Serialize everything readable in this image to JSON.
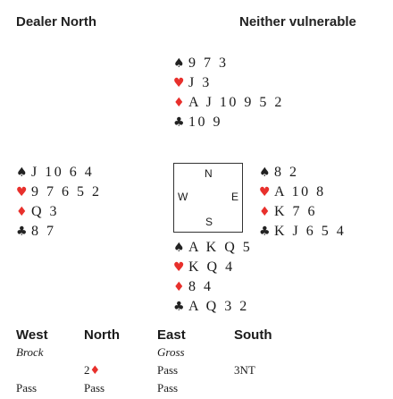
{
  "header": {
    "dealer": "Dealer North",
    "vulnerability": "Neither vulnerable"
  },
  "suit_symbols": {
    "spades": "♠",
    "hearts": "♥",
    "diamonds": "♦",
    "clubs": "♣"
  },
  "colors": {
    "red_suit": "#e8302c",
    "black_suit": "#222222"
  },
  "hands": {
    "north": {
      "spades": "9 7 3",
      "hearts": "J 3",
      "diamonds": "A J 10 9 5 2",
      "clubs": "10 9"
    },
    "west": {
      "spades": "J 10 6 4",
      "hearts": "9 7 6 5 2",
      "diamonds": "Q 3",
      "clubs": "8 7"
    },
    "east": {
      "spades": "8 2",
      "hearts": "A 10 8",
      "diamonds": "K 7 6",
      "clubs": "K J 6 5 4"
    },
    "south": {
      "spades": "A K Q 5",
      "hearts": "K Q 4",
      "diamonds": "8 4",
      "clubs": "A Q 3 2"
    }
  },
  "compass": {
    "n": "N",
    "w": "W",
    "e": "E",
    "s": "S"
  },
  "auction": {
    "columns": [
      {
        "seat": "West",
        "player": "Brock",
        "bids": [
          "",
          "Pass"
        ]
      },
      {
        "seat": "North",
        "player": "",
        "bids": [
          "2♦",
          "Pass"
        ]
      },
      {
        "seat": "East",
        "player": "Gross",
        "bids": [
          "Pass",
          "Pass"
        ]
      },
      {
        "seat": "South",
        "player": "",
        "bids": [
          "3NT",
          ""
        ]
      }
    ]
  }
}
